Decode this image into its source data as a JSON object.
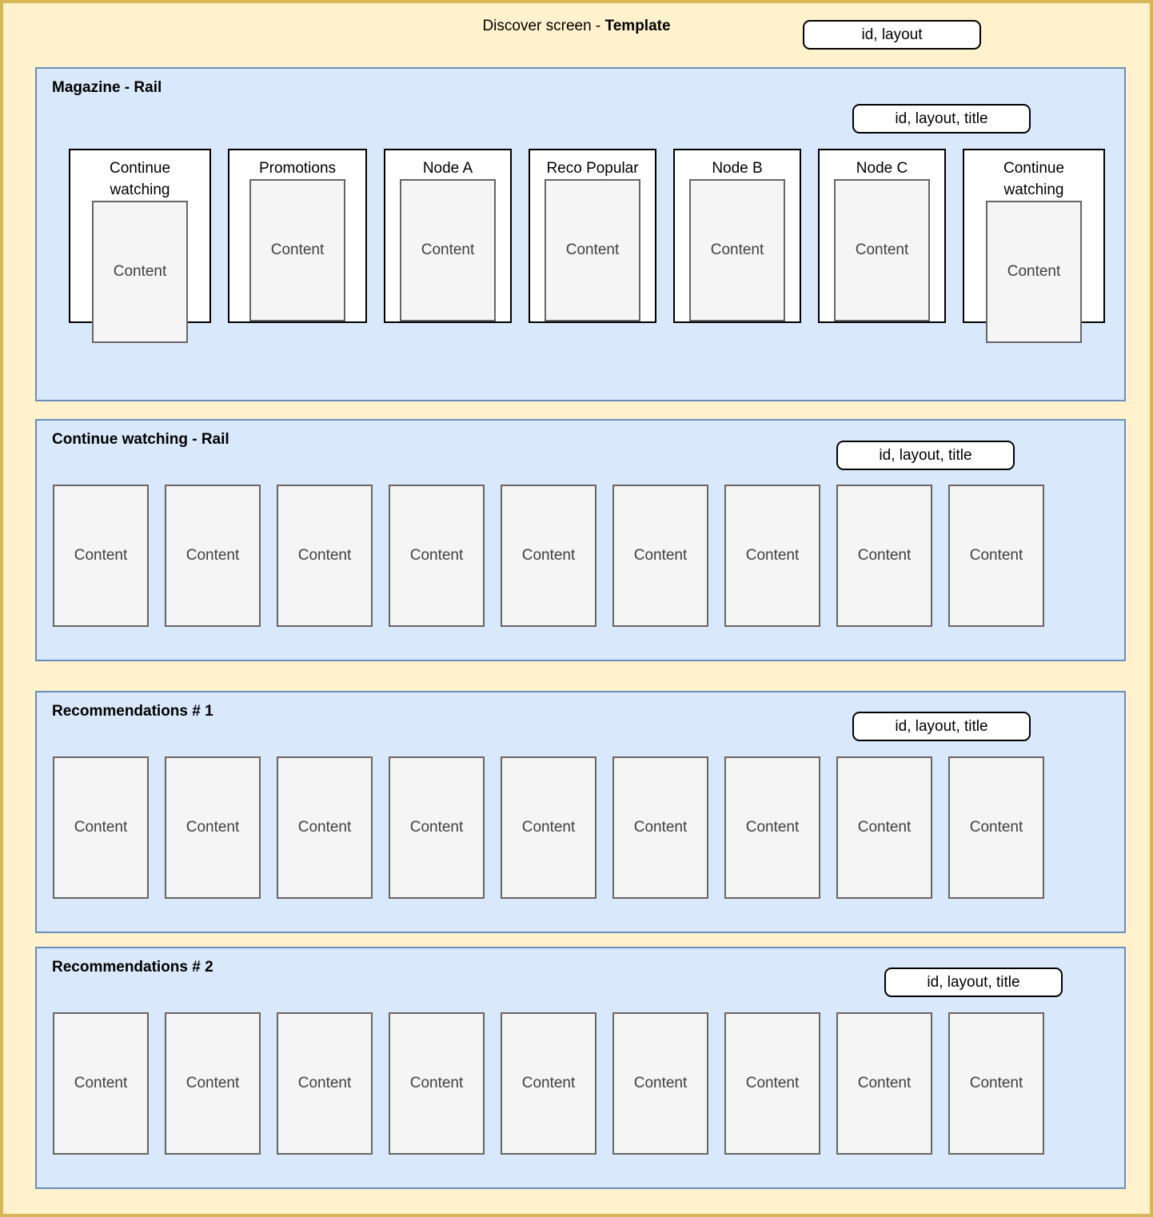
{
  "page": {
    "title_regular": "Discover screen - ",
    "title_bold": "Template",
    "top_badge": "id, layout"
  },
  "colors": {
    "canvas_fill": "#fff2cc",
    "canvas_stroke": "#d6b656",
    "section_fill": "#dae8fc",
    "section_stroke": "#6c8ebf",
    "card_fill": "#ffffff",
    "card_stroke": "#000000",
    "content_fill": "#f5f5f5",
    "content_stroke": "#666666"
  },
  "sections": [
    {
      "title": "Magazine - Rail",
      "badge": "id, layout, title",
      "cards": [
        {
          "title": "Continue watching",
          "content_label": "Content"
        },
        {
          "title": "Promotions",
          "content_label": "Content"
        },
        {
          "title": "Node A",
          "content_label": "Content"
        },
        {
          "title": "Reco Popular",
          "content_label": "Content"
        },
        {
          "title": "Node B",
          "content_label": "Content"
        },
        {
          "title": "Node C",
          "content_label": "Content"
        },
        {
          "title": "Continue watching",
          "content_label": "Content"
        }
      ]
    },
    {
      "title": "Continue watching - Rail",
      "badge": "id, layout, title",
      "items": [
        "Content",
        "Content",
        "Content",
        "Content",
        "Content",
        "Content",
        "Content",
        "Content",
        "Content"
      ]
    },
    {
      "title": "Recommendations # 1",
      "badge": "id, layout, title",
      "items": [
        "Content",
        "Content",
        "Content",
        "Content",
        "Content",
        "Content",
        "Content",
        "Content",
        "Content"
      ]
    },
    {
      "title": "Recommendations # 2",
      "badge": "id, layout, title",
      "items": [
        "Content",
        "Content",
        "Content",
        "Content",
        "Content",
        "Content",
        "Content",
        "Content",
        "Content"
      ]
    }
  ]
}
